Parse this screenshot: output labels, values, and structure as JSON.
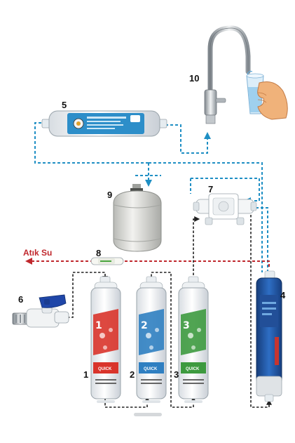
{
  "labels": {
    "waste": "Atık Su",
    "n1": "1",
    "n2": "2",
    "n3": "3",
    "n4": "4",
    "n5": "5",
    "n6": "6",
    "n7": "7",
    "n8": "8",
    "n9": "9",
    "n10": "10"
  },
  "cartridges": [
    {
      "number": "1",
      "band": "QUICK",
      "color": "#d9342b"
    },
    {
      "number": "2",
      "band": "QUICK",
      "color": "#2f7fc1"
    },
    {
      "number": "3",
      "band": "QUICK",
      "color": "#3d9a3f"
    }
  ],
  "colors": {
    "clean_flow": "#1f8fc4",
    "waste_flow": "#c0282d",
    "raw_flow": "#222222",
    "membrane": "#1d4f9e",
    "tank": "#e4e4e2"
  },
  "icons": [
    "faucet-icon",
    "water-glass-icon",
    "hand-icon",
    "valve-icon",
    "pressure-tank-icon"
  ]
}
